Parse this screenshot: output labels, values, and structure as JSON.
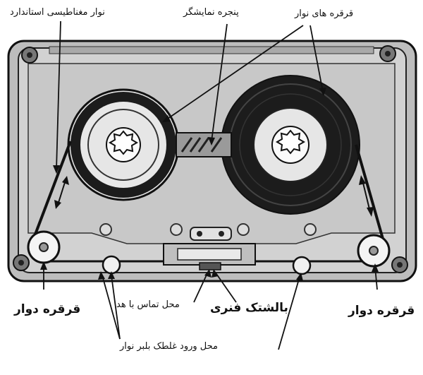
{
  "labels": {
    "standard_tape": "نوار مغناطیسی استاندارد",
    "display_window": "پنجره نمایشگر",
    "tape_reels": "قرقره های نوار",
    "left_roller": "قرقره دوار",
    "right_roller": "قرقره دوار",
    "head_contact": "محل تماس با هد",
    "spring_pad": "بالشتک فنری",
    "pinch_roller_entry": "محل ورود غلطک بلبر نوار"
  },
  "colors": {
    "ink": "#111111",
    "shell": "#cfcfcf",
    "tape": "#1c1c1c",
    "hub": "#e6e6e6"
  }
}
